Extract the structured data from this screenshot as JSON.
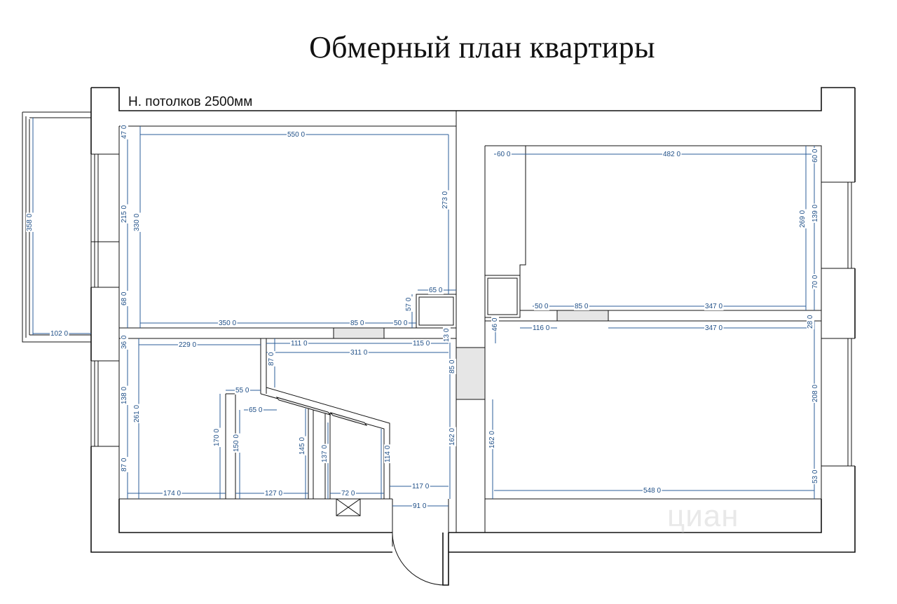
{
  "title": "Обмерный план квартиры",
  "ceiling_height": "Н. потолков 2500мм",
  "watermark": "циан",
  "dimensions": [
    {
      "id": "d550",
      "text": "550 0"
    },
    {
      "id": "d47",
      "text": "47 0"
    },
    {
      "id": "d215",
      "text": "215 0"
    },
    {
      "id": "d330",
      "text": "330 0"
    },
    {
      "id": "d273",
      "text": "273 0"
    },
    {
      "id": "d68",
      "text": "68 0"
    },
    {
      "id": "d358",
      "text": "358 0"
    },
    {
      "id": "d102",
      "text": "102 0"
    },
    {
      "id": "d350",
      "text": "350 0"
    },
    {
      "id": "d85a",
      "text": "85 0"
    },
    {
      "id": "d50a",
      "text": "50 0"
    },
    {
      "id": "d65a",
      "text": "65 0"
    },
    {
      "id": "d57",
      "text": "57 0"
    },
    {
      "id": "d36",
      "text": "36 0"
    },
    {
      "id": "d229",
      "text": "229 0"
    },
    {
      "id": "d111",
      "text": "111 0"
    },
    {
      "id": "d115",
      "text": "115 0"
    },
    {
      "id": "d13",
      "text": "13 0"
    },
    {
      "id": "d311",
      "text": "311 0"
    },
    {
      "id": "d87a",
      "text": "87 0"
    },
    {
      "id": "d85b",
      "text": "85 0"
    },
    {
      "id": "d55",
      "text": "55 0"
    },
    {
      "id": "d65b",
      "text": "65 0"
    },
    {
      "id": "d138",
      "text": "138 0"
    },
    {
      "id": "d261",
      "text": "261 0"
    },
    {
      "id": "d170",
      "text": "170 0"
    },
    {
      "id": "d150",
      "text": "150 0"
    },
    {
      "id": "d145",
      "text": "145 0"
    },
    {
      "id": "d137",
      "text": "137 0"
    },
    {
      "id": "d114",
      "text": "114 0"
    },
    {
      "id": "d162a",
      "text": "162 0"
    },
    {
      "id": "d87b",
      "text": "87 0"
    },
    {
      "id": "d174",
      "text": "174 0"
    },
    {
      "id": "d127",
      "text": "127 0"
    },
    {
      "id": "d72",
      "text": "72 0"
    },
    {
      "id": "d117",
      "text": "117 0"
    },
    {
      "id": "d91",
      "text": "91 0"
    },
    {
      "id": "d60a",
      "text": "60 0"
    },
    {
      "id": "d482",
      "text": "482 0"
    },
    {
      "id": "d60b",
      "text": "60 0"
    },
    {
      "id": "d269",
      "text": "269 0"
    },
    {
      "id": "d139",
      "text": "139 0"
    },
    {
      "id": "d70",
      "text": "70 0"
    },
    {
      "id": "d50b",
      "text": "50 0"
    },
    {
      "id": "d85c",
      "text": "85 0"
    },
    {
      "id": "d347a",
      "text": "347 0"
    },
    {
      "id": "d46",
      "text": "46 0"
    },
    {
      "id": "d116",
      "text": "116 0"
    },
    {
      "id": "d347b",
      "text": "347 0"
    },
    {
      "id": "d28",
      "text": "28 0"
    },
    {
      "id": "d208",
      "text": "208 0"
    },
    {
      "id": "d162b",
      "text": "162 0"
    },
    {
      "id": "d53",
      "text": "53 0"
    },
    {
      "id": "d548",
      "text": "548 0"
    }
  ]
}
